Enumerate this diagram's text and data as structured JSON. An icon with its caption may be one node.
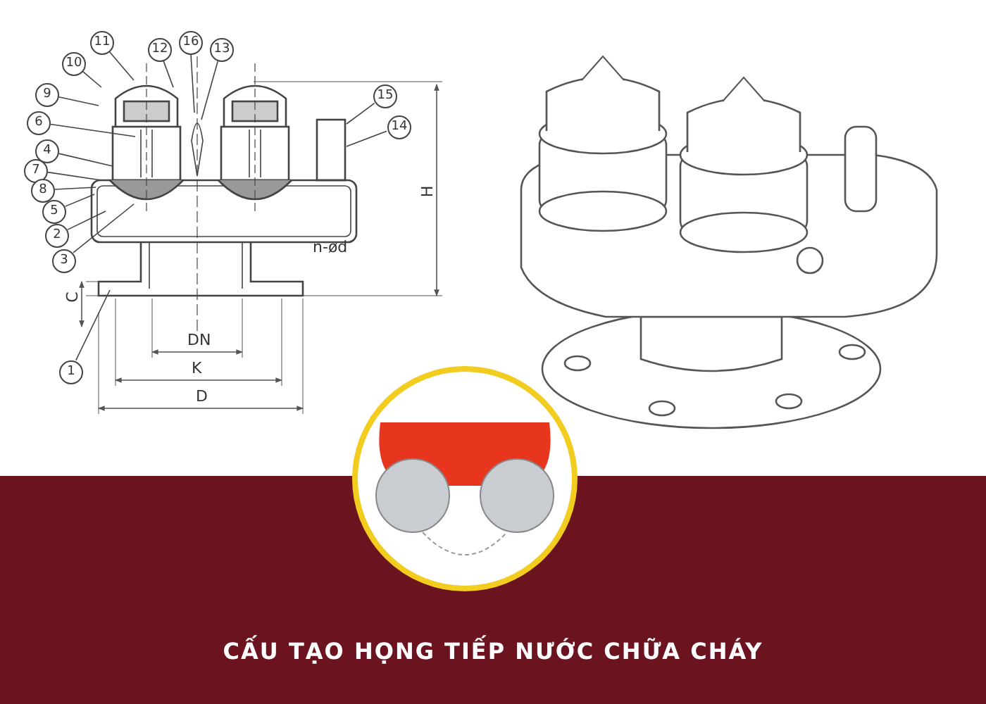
{
  "diagram": {
    "title": "CẤU TẠO HỌNG TIẾP NƯỚC CHỮA CHÁY",
    "nodes": [
      {
        "text": [
          "11"
        ]
      },
      {
        "text": [
          "12"
        ]
      },
      {
        "text": [
          "16"
        ]
      },
      {
        "text": [
          "13"
        ]
      },
      {
        "text": [
          "10"
        ]
      },
      {
        "text": [
          "9"
        ]
      },
      {
        "text": [
          "15"
        ]
      },
      {
        "text": [
          "6"
        ]
      },
      {
        "text": [
          "14"
        ]
      },
      {
        "text": [
          "4"
        ]
      },
      {
        "text": [
          "7"
        ]
      },
      {
        "text": [
          "8"
        ]
      },
      {
        "text": [
          "5"
        ]
      },
      {
        "text": [
          "2"
        ]
      },
      {
        "text": [
          "3"
        ]
      },
      {
        "text": [
          "1"
        ]
      }
    ],
    "edges": [
      {
        "from": 0,
        "to": null,
        "arrow": "none"
      },
      {
        "from": 1,
        "to": null,
        "arrow": "none"
      },
      {
        "from": 2,
        "to": null,
        "arrow": "none"
      },
      {
        "from": 3,
        "to": null,
        "arrow": "none"
      },
      {
        "from": 4,
        "to": null,
        "arrow": "none"
      },
      {
        "from": 5,
        "to": null,
        "arrow": "none"
      },
      {
        "from": 6,
        "to": null,
        "arrow": "none"
      },
      {
        "from": 7,
        "to": null,
        "arrow": "none"
      },
      {
        "from": 8,
        "to": null,
        "arrow": "none"
      },
      {
        "from": 9,
        "to": null,
        "arrow": "none"
      },
      {
        "from": 10,
        "to": null,
        "arrow": "none"
      },
      {
        "from": 11,
        "to": null,
        "arrow": "none"
      },
      {
        "from": 12,
        "to": null,
        "arrow": "none"
      },
      {
        "from": 13,
        "to": null,
        "arrow": "none"
      },
      {
        "from": 14,
        "to": null,
        "arrow": "none"
      },
      {
        "from": 15,
        "to": null,
        "arrow": "none"
      }
    ],
    "labels": [
      "H",
      "n-ød",
      "C",
      "DN",
      "K",
      "D"
    ]
  }
}
